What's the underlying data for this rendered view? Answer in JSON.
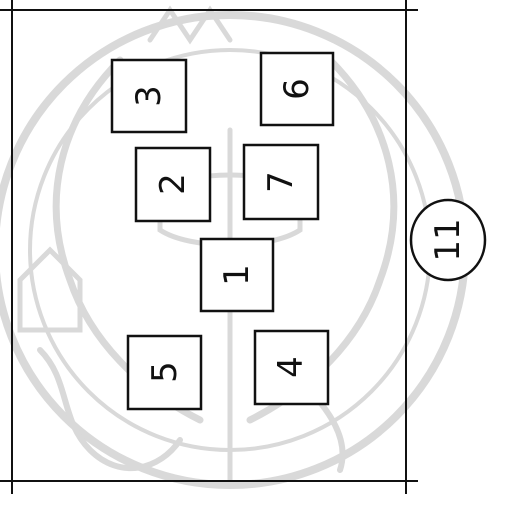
{
  "drawing": {
    "box_labels": [
      "3",
      "6",
      "2",
      "7",
      "1",
      "5",
      "4"
    ],
    "side_label": "11"
  },
  "colors": {
    "ink": "#111111",
    "watermark": "#d9d9d9",
    "box_fill": "#ffffff"
  },
  "icons": {
    "watermark": "seal-watermark-icon"
  }
}
